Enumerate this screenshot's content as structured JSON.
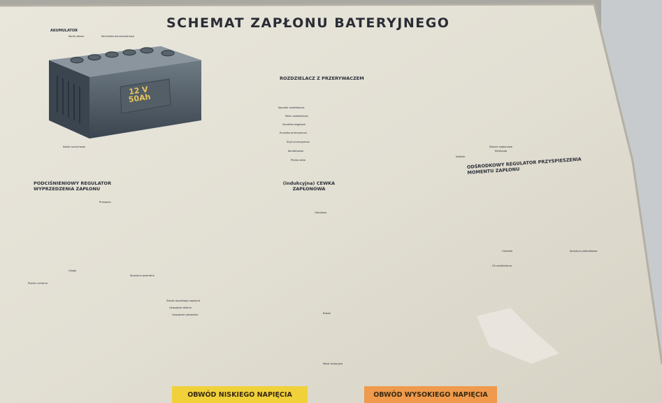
{
  "title": "SCHEMAT ZAPŁONU BATERYJNEGO",
  "battery": {
    "name": "AKUMULATOR",
    "voltage": "12 V",
    "capacity": "50Ah",
    "parts": [
      "Korek wlewu",
      "Końcówka akumulatorowa",
      "Kable rozruchowe"
    ]
  },
  "sections": {
    "distributor": "ROZDZIELACZ Z PRZERYWACZEM",
    "coil": "(indukcyjna) CEWKA ZAPŁONOWA",
    "vacuum_regulator": "PODCIŚNIENIOWY REGULATOR WYPRZEDZENIA ZAPŁONU",
    "centrifugal_regulator": "ODŚRODKOWY REGULATOR PRZYSPIESZENIA MOMENTU ZAPŁONU"
  },
  "distributor_parts": [
    "Kopułka rozdzielacza",
    "Palec rozdzielacza",
    "Szczotka węglowa",
    "Krzywka przerywacza",
    "Styki przerywacza",
    "Kondensator",
    "Płytka stała"
  ],
  "coil_parts": [
    "Zacisk wysokiego napięcia",
    "Uzwojenie wtórne",
    "Uzwojenie pierwotne",
    "Rdzeń",
    "Masa izolacyjna",
    "Obudowa"
  ],
  "plug_labels": [
    "Świece zapłonowe",
    "Elektroda",
    "Izolator"
  ],
  "regulator_parts": [
    "Przepona",
    "Sprężyna powrotna",
    "Cięgło",
    "Płytka ruchoma",
    "Ciężarek",
    "Sprężyna odśrodkowa",
    "Oś rozdzielacza"
  ],
  "legend": {
    "low_voltage": "OBWÓD NISKIEGO NAPIĘCIA",
    "high_voltage": "OBWÓD WYSOKIEGO NAPIĘCIA"
  },
  "colors": {
    "paper": "#e4e1d6",
    "low_circuit": "#f0d13a",
    "high_circuit": "#ef9a4d",
    "metal_dark": "#4a5560",
    "metal_light": "#c9d0d4",
    "ink": "#2b2e36"
  }
}
